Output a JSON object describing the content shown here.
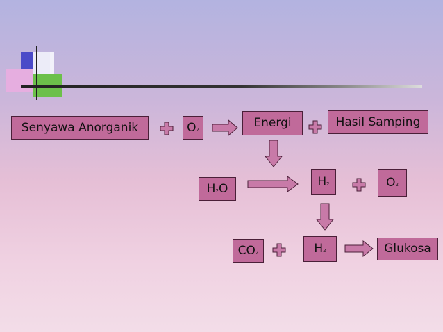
{
  "diagram": {
    "nodes": {
      "senyawa": "Senyawa Anorganik",
      "o2_top": {
        "main": "O",
        "sub": "2"
      },
      "energi": "Energi",
      "hasil": "Hasil Samping",
      "h2o": {
        "pre": "H",
        "sub": "2",
        "post": "O"
      },
      "h2_mid": {
        "main": "H",
        "sub": "2"
      },
      "o2_mid": {
        "main": "O",
        "sub": "2"
      },
      "co2": {
        "main": "CO",
        "sub": "2"
      },
      "h2_bot": {
        "main": "H",
        "sub": "2"
      },
      "glukosa": "Glukosa"
    },
    "colors": {
      "box_fill": "#c06a9a",
      "box_border": "#4a1f38",
      "symbol_fill": "#c87aa8",
      "accent_blue": "#4a4ac8",
      "accent_green": "#6cc04a",
      "accent_pink": "#e6aee0"
    }
  }
}
